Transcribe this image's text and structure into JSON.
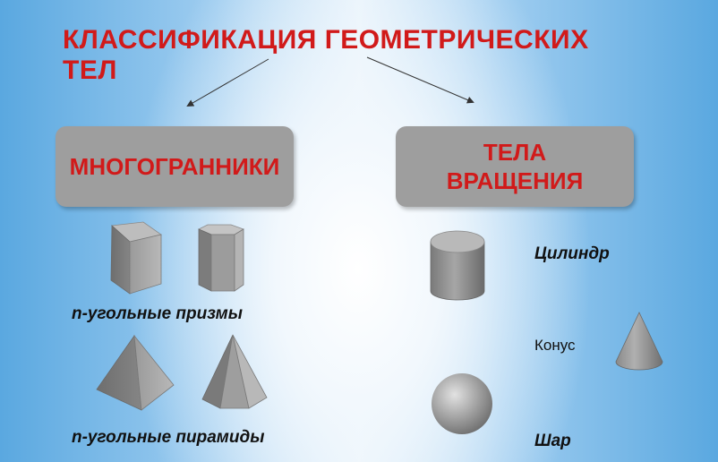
{
  "title": "КЛАССИФИКАЦИЯ ГЕОМЕТРИЧЕСКИХ ТЕЛ",
  "boxes": {
    "left": "МНОГОГРАННИКИ",
    "right_line1": "ТЕЛА",
    "right_line2": "ВРАЩЕНИЯ"
  },
  "labels": {
    "prisms": "n-угольные призмы",
    "pyramids": "n-угольные пирамиды",
    "cylinder": "Цилиндр",
    "cone": "Конус",
    "sphere": "Шар"
  },
  "colors": {
    "title_red": "#d11a1a",
    "box_gray": "#9e9e9e",
    "shape_gray": "#8c8c8c"
  },
  "icons": [
    "triangular-prism-icon",
    "hexagonal-prism-icon",
    "square-pyramid-icon",
    "pentagonal-pyramid-icon",
    "cylinder-icon",
    "cone-icon",
    "sphere-icon"
  ]
}
